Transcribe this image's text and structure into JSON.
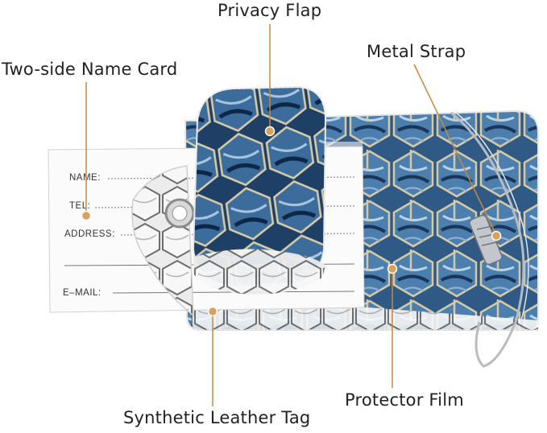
{
  "callouts": {
    "privacy_flap": "Privacy Flap",
    "name_card": "Two-side Name Card",
    "metal_strap": "Metal Strap",
    "protector_film": "Protector Film",
    "leather_tag": "Synthetic Leather Tag"
  },
  "name_card_fields": {
    "name": "NAME:",
    "tel": "TEL:",
    "address": "ADDRESS:",
    "email": "E–MAIL:"
  },
  "colors": {
    "callout_dot": "#d9a15a",
    "callout_line": "#c48a43",
    "marble_dark": "#1d3e63",
    "marble_mid": "#4f80a8",
    "marble_light": "#b9cfe0",
    "hex_edge": "#c9b791"
  }
}
